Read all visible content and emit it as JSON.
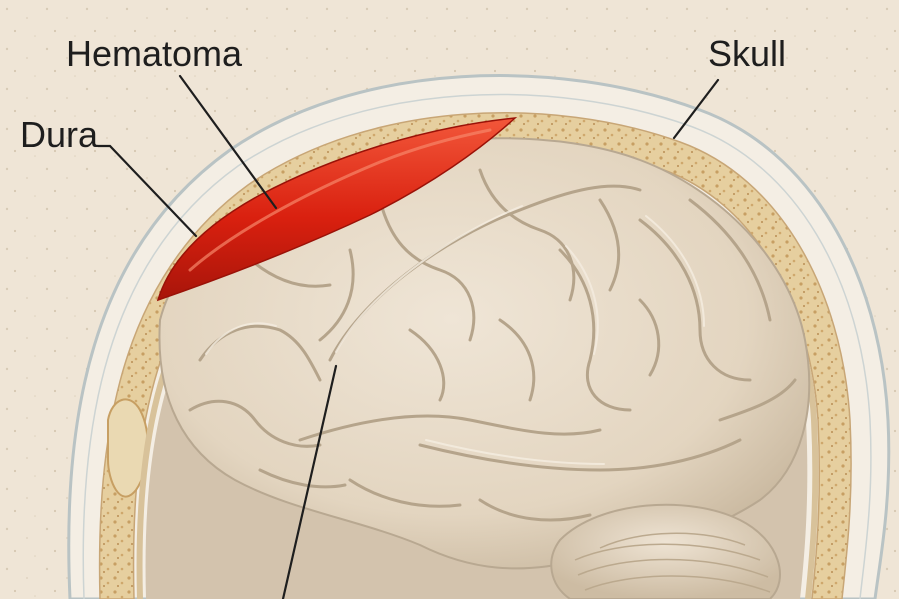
{
  "labels": {
    "hematoma": "Hematoma",
    "dura": "Dura",
    "skull": "Skull"
  },
  "colors": {
    "background": "#efe5d6",
    "scalp": "#f4eee4",
    "scalp_outline": "#b9c3c4",
    "bone": "#e6cf9f",
    "bone_speckle": "#c79f63",
    "dura": "#d8c29a",
    "cavity": "#d3c3ad",
    "brain": "#e9ddcc",
    "brain_shadow": "#b8a891",
    "hematoma": "#d9200f",
    "hematoma_highlight": "#f2573a",
    "leader_line": "#1e1e1e"
  }
}
